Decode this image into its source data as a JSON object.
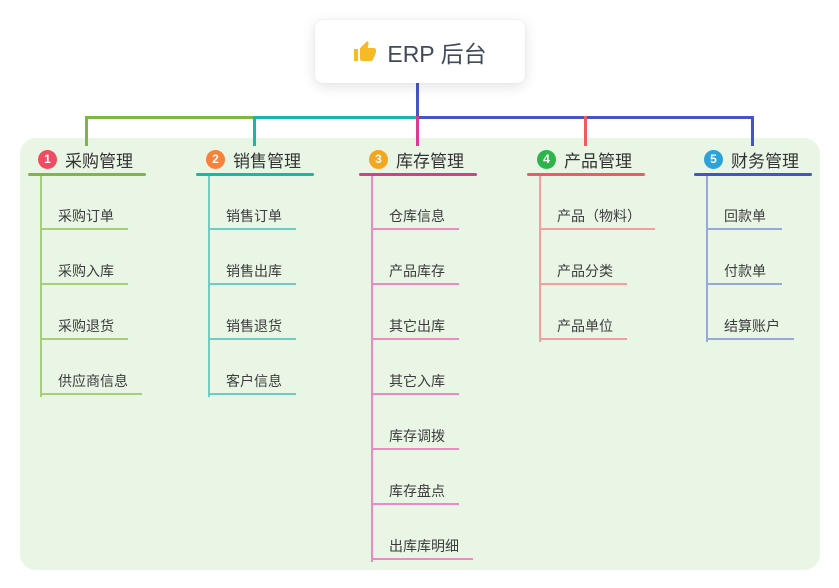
{
  "root": {
    "label": "ERP 后台",
    "icon": "thumbs-up-icon",
    "icon_color": "#f7b926",
    "text_color": "#3f4b5b"
  },
  "panel": {
    "background": "#e9f6e5"
  },
  "connector": {
    "stem_color": "#4456c7",
    "segment_left_color": "#7cb93e",
    "segment_mid_color": "#14b8ac",
    "segment_right_color": "#4456c7"
  },
  "branches": [
    {
      "num": "1",
      "label": "采购管理",
      "badge_color": "#ef4b63",
      "line_color": "#7cb93e",
      "light_color": "#a6d077",
      "children": [
        "采购订单",
        "采购入库",
        "采购退货",
        "供应商信息"
      ]
    },
    {
      "num": "2",
      "label": "销售管理",
      "badge_color": "#f8823c",
      "line_color": "#14b8ac",
      "light_color": "#6fccc4",
      "children": [
        "销售订单",
        "销售出库",
        "销售退货",
        "客户信息"
      ]
    },
    {
      "num": "3",
      "label": "库存管理",
      "badge_color": "#f6a51f",
      "line_color": "#d63d92",
      "light_color": "#ee8ac2",
      "children": [
        "仓库信息",
        "产品库存",
        "其它出库",
        "其它入库",
        "库存调拨",
        "库存盘点",
        "出库库明细"
      ]
    },
    {
      "num": "4",
      "label": "产品管理",
      "badge_color": "#2db54c",
      "line_color": "#f15b60",
      "light_color": "#f59e9b",
      "children": [
        "产品（物料）",
        "产品分类",
        "产品单位"
      ]
    },
    {
      "num": "5",
      "label": "财务管理",
      "badge_color": "#2ba3da",
      "line_color": "#4155c8",
      "light_color": "#97a9da",
      "children": [
        "回款单",
        "付款单",
        "结算账户"
      ]
    }
  ]
}
